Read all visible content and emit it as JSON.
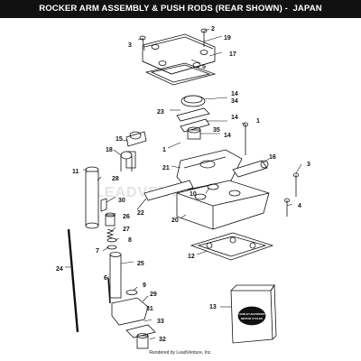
{
  "title": "ROCKER ARM ASSEMBLY & PUSH RODS (REAR SHOWN) -  JAPAN",
  "watermark": "LEADVENTURE",
  "footer": "Rendered by LeadVenture, Inc.",
  "logo_text": [
    "HARLEY-DAVIDSON",
    "MOTOR CYCLES"
  ],
  "callouts": [
    {
      "id": "3",
      "label": "3"
    },
    {
      "id": "2",
      "label": "2"
    },
    {
      "id": "19",
      "label": "19"
    },
    {
      "id": "5",
      "label": "5"
    },
    {
      "id": "17",
      "label": "17"
    },
    {
      "id": "23",
      "label": "23"
    },
    {
      "id": "14a",
      "label": "14"
    },
    {
      "id": "34",
      "label": "34"
    },
    {
      "id": "14b",
      "label": "14"
    },
    {
      "id": "35",
      "label": "35"
    },
    {
      "id": "14c",
      "label": "14"
    },
    {
      "id": "1a",
      "label": "1"
    },
    {
      "id": "15",
      "label": "15"
    },
    {
      "id": "18",
      "label": "18"
    },
    {
      "id": "1b",
      "label": "1"
    },
    {
      "id": "16",
      "label": "16"
    },
    {
      "id": "11",
      "label": "11"
    },
    {
      "id": "21",
      "label": "21"
    },
    {
      "id": "28",
      "label": "28"
    },
    {
      "id": "3b",
      "label": "3"
    },
    {
      "id": "30",
      "label": "30"
    },
    {
      "id": "10",
      "label": "10"
    },
    {
      "id": "26",
      "label": "26"
    },
    {
      "id": "22",
      "label": "22"
    },
    {
      "id": "4",
      "label": "4"
    },
    {
      "id": "27",
      "label": "27"
    },
    {
      "id": "20",
      "label": "20"
    },
    {
      "id": "8",
      "label": "8"
    },
    {
      "id": "7",
      "label": "7"
    },
    {
      "id": "12",
      "label": "12"
    },
    {
      "id": "24",
      "label": "24"
    },
    {
      "id": "25",
      "label": "25"
    },
    {
      "id": "6",
      "label": "6"
    },
    {
      "id": "9",
      "label": "9"
    },
    {
      "id": "29",
      "label": "29"
    },
    {
      "id": "13",
      "label": "13"
    },
    {
      "id": "31",
      "label": "31"
    },
    {
      "id": "33",
      "label": "33"
    },
    {
      "id": "32",
      "label": "32"
    }
  ]
}
